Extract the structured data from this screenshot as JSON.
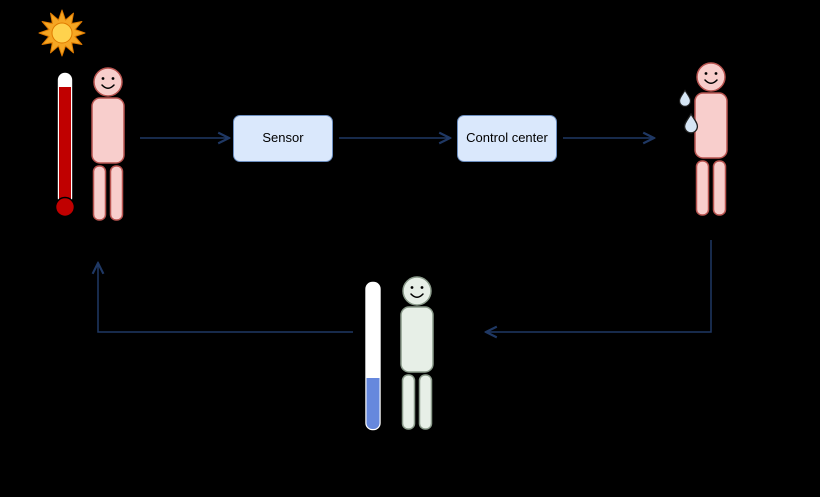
{
  "diagram": {
    "background": "#000000",
    "boxes": {
      "sensor": {
        "label": "Sensor"
      },
      "control_center": {
        "label": "Control center"
      }
    },
    "icons": [
      "sun-icon",
      "thermometer-hot-icon",
      "person-hot-figure",
      "person-sweating-figure",
      "sweat-drops-icon",
      "thermometer-cold-icon",
      "person-cool-figure"
    ],
    "colors": {
      "box_fill": "#dae8fc",
      "box_border": "#6c8ebf",
      "box_text": "#000000",
      "arrow": "#1f3864",
      "person_hot_fill": "#f8cecc",
      "person_hot_stroke": "#b85450",
      "person_cool_fill": "#e7efe7",
      "person_cool_stroke": "#8a9a8a",
      "thermo_hot_fill": "#c00000",
      "thermo_cold_fill": "#6688dd",
      "thermo_outline": "#000000",
      "sun_ray_fill": "#f5a623",
      "sun_ray_stroke": "#e07b00",
      "sun_core_fill": "#ffd24d",
      "drop_fill": "#d6e6f5",
      "drop_stroke": "#222222"
    }
  }
}
